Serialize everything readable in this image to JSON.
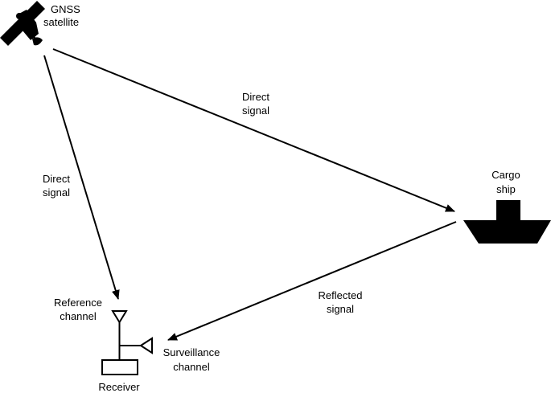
{
  "diagram": {
    "type": "GNSS passive radar geometry",
    "colors": {
      "ink": "#000000",
      "background": "#ffffff"
    },
    "nodes": {
      "satellite": {
        "label_line1": "GNSS",
        "label_line2": "satellite",
        "icon": "satellite-icon"
      },
      "ship": {
        "label_line1": "Cargo",
        "label_line2": "ship",
        "icon": "ship-icon"
      },
      "reference_antenna": {
        "label_line1": "Reference",
        "label_line2": "channel",
        "icon": "antenna-icon"
      },
      "surveillance_antenna": {
        "label_line1": "Surveillance",
        "label_line2": "channel",
        "icon": "antenna-icon"
      },
      "receiver": {
        "label": "Receiver",
        "icon": "receiver-box-icon"
      }
    },
    "edges": [
      {
        "id": "direct-to-ship",
        "from": "satellite",
        "to": "ship",
        "label_line1": "Direct",
        "label_line2": "signal"
      },
      {
        "id": "direct-to-reference",
        "from": "satellite",
        "to": "reference_antenna",
        "label_line1": "Direct",
        "label_line2": "signal"
      },
      {
        "id": "reflected-to-surveillance",
        "from": "ship",
        "to": "surveillance_antenna",
        "label_line1": "Reflected",
        "label_line2": "signal"
      }
    ]
  }
}
